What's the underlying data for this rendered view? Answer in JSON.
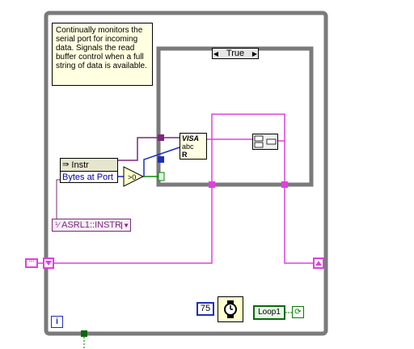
{
  "comment_text": "Continually monitors the serial port for incoming data.  Signals the read buffer control when a full string of data is available.",
  "case_selector": {
    "value": "True",
    "left_arrow": "◀",
    "right_arrow": "▶"
  },
  "property_node": {
    "class_label": "Instr",
    "property_label": "Bytes at Port"
  },
  "visa_read": {
    "line1": "VISA",
    "line2": "abc",
    "line3": "R"
  },
  "resource_constant": {
    "value": "ASRL1::INSTR"
  },
  "string_constant": {
    "value": "\"\""
  },
  "wait_constant": {
    "value": "75"
  },
  "loop_label": "Loop1",
  "iteration_label": "i",
  "compare_label": ">0",
  "colors": {
    "string_wire": "#e040e0",
    "numeric_wire": "#1f2fb8",
    "refnum_wire": "#7a2a7a",
    "loop_frame": "#7a7a7a"
  }
}
